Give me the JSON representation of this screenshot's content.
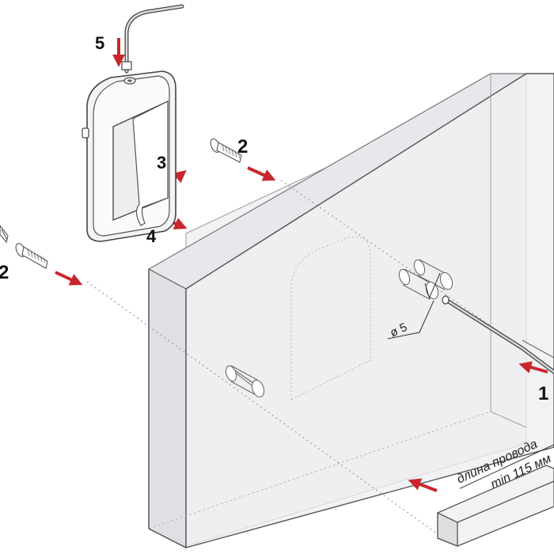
{
  "steps": {
    "s1": "1",
    "s2_left": "2",
    "s2_top": "2",
    "s3": "3",
    "s4": "4",
    "s5": "5"
  },
  "dimensions": {
    "hole_diameter": "ø 5"
  },
  "wire_note": {
    "line1": "длина провода",
    "line2": "min 115 мм"
  },
  "colors": {
    "arrow": "#c8282d",
    "panel_fill": "#eeeff1",
    "outline": "#555555"
  }
}
